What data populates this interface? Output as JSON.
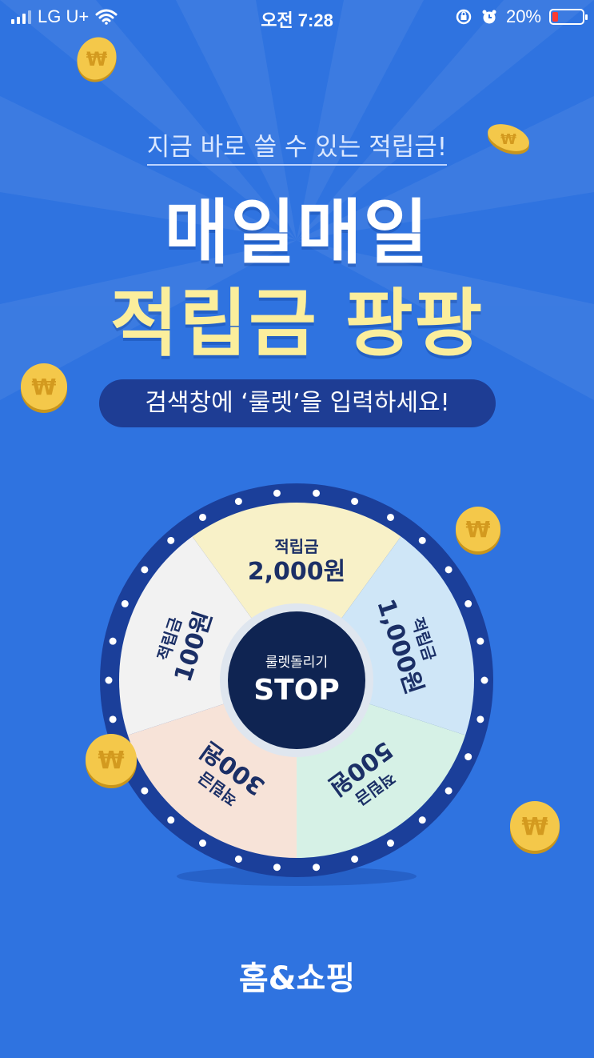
{
  "status_bar": {
    "carrier": "LG U+",
    "time": "오전 7:28",
    "battery_percent": "20%",
    "battery_level": 0.2
  },
  "promo": {
    "subtitle": "지금 바로 쓸 수 있는 적립금!",
    "title_line1": "매일매일",
    "title_line2": "적립금 팡팡",
    "instruction": "검색창에 ‘룰렛’을 입력하세요!"
  },
  "roulette": {
    "segments": [
      {
        "name": "적립금",
        "amount": "2,000원",
        "color": "#f8f1c8"
      },
      {
        "name": "적립금",
        "amount": "1,000원",
        "color": "#cfe6f7"
      },
      {
        "name": "적립금",
        "amount": "500원",
        "color": "#d6f1e6"
      },
      {
        "name": "적립금",
        "amount": "300원",
        "color": "#f7e3d8"
      },
      {
        "name": "적립금",
        "amount": "100원",
        "color": "#f2f2f2"
      }
    ],
    "center_label": "룰렛돌리기",
    "stop_label": "STOP"
  },
  "brand": "홈&쇼핑",
  "colors": {
    "background": "#2f73e0",
    "rim": "#1b3f9a",
    "hub": "#0f2452",
    "title_yellow": "#fbee9c"
  },
  "icons": [
    "wifi-icon",
    "rotation-lock-icon",
    "alarm-icon",
    "battery-icon",
    "coin-icon"
  ]
}
